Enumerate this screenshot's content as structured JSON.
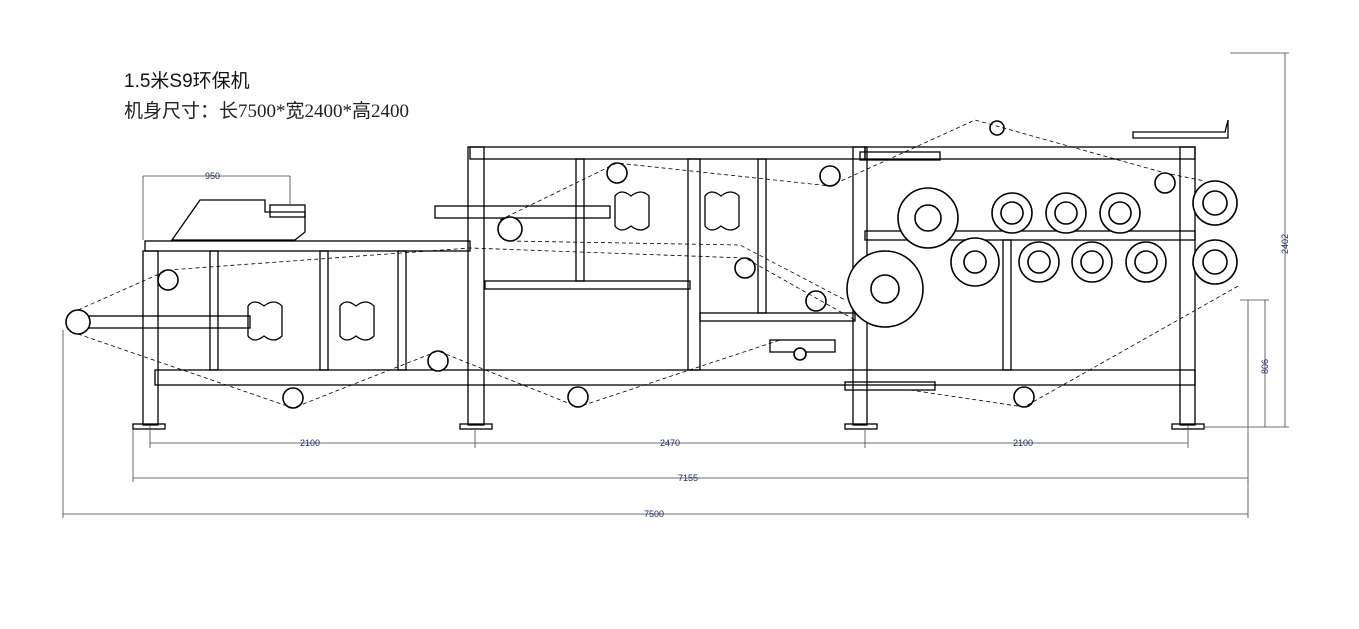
{
  "title": "1.5米S9环保机",
  "subtitle": "机身尺寸：长7500*宽2400*高2400",
  "dimensions": {
    "hopper_width": "950",
    "section_left": "2100",
    "section_middle": "2470",
    "section_right": "2100",
    "leg_span": "7155",
    "overall_length": "7500",
    "overall_height": "2402",
    "discharge_height": "806"
  },
  "colors": {
    "line": "#000000",
    "dimension_text": "#1a2a6a"
  }
}
